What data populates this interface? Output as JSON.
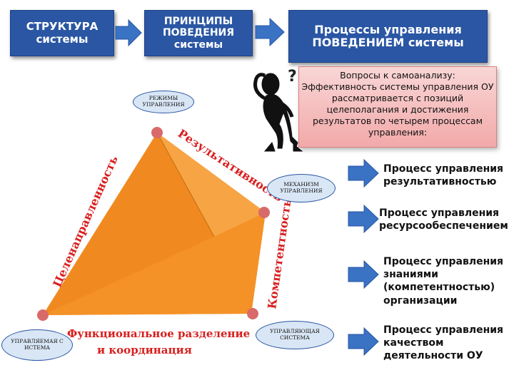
{
  "header": {
    "box1": "СТРУКТУРА\nсистемы",
    "box2": "ПРИНЦИПЫ\nПОВЕДЕНИЯ\nсистемы",
    "box3": "Процессы управления\nПОВЕДЕНИЕМ системы"
  },
  "callout": {
    "text": "Вопросы к самоанализу:\nЭффективность системы управления ОУ рассматривается с позиций целеполагания и достижения результатов по четырем процессам управления:"
  },
  "thinker": {
    "question_mark": "?"
  },
  "diagram": {
    "nodes": {
      "top": "РЕЖИМЫ\nУПРАВЛЕНИЯ",
      "right": "МЕХАНИЗМ\nУПРАВЛЕНИЯ",
      "bottom_left": "УПРАВЛЯЕМАЯ С\nИСТЕМА",
      "bottom_right": "УПРАВЛЯЮЩАЯ\nСИСТЕМА"
    },
    "edges": {
      "top_right": "Результативность",
      "left": "Целенаправленность",
      "right": "Компетентность",
      "bottom_line1": "Функциональное разделение",
      "bottom_line2": "и координация"
    }
  },
  "processes": [
    "Процесс управления\nрезультативностью",
    "Процесс управления\nресурсообеспечением",
    "Процесс управления\nзнаниями\n(компетентностью)\nорганизации",
    "Процесс управления\nкачеством\nдеятельности ОУ"
  ],
  "colors": {
    "box_blue": "#2a56a3",
    "arrow_blue": "#3a72c4",
    "pyramid_orange": "#f5922a",
    "vertex_red": "#d96a6a",
    "edge_text_red": "#d81e1e"
  }
}
